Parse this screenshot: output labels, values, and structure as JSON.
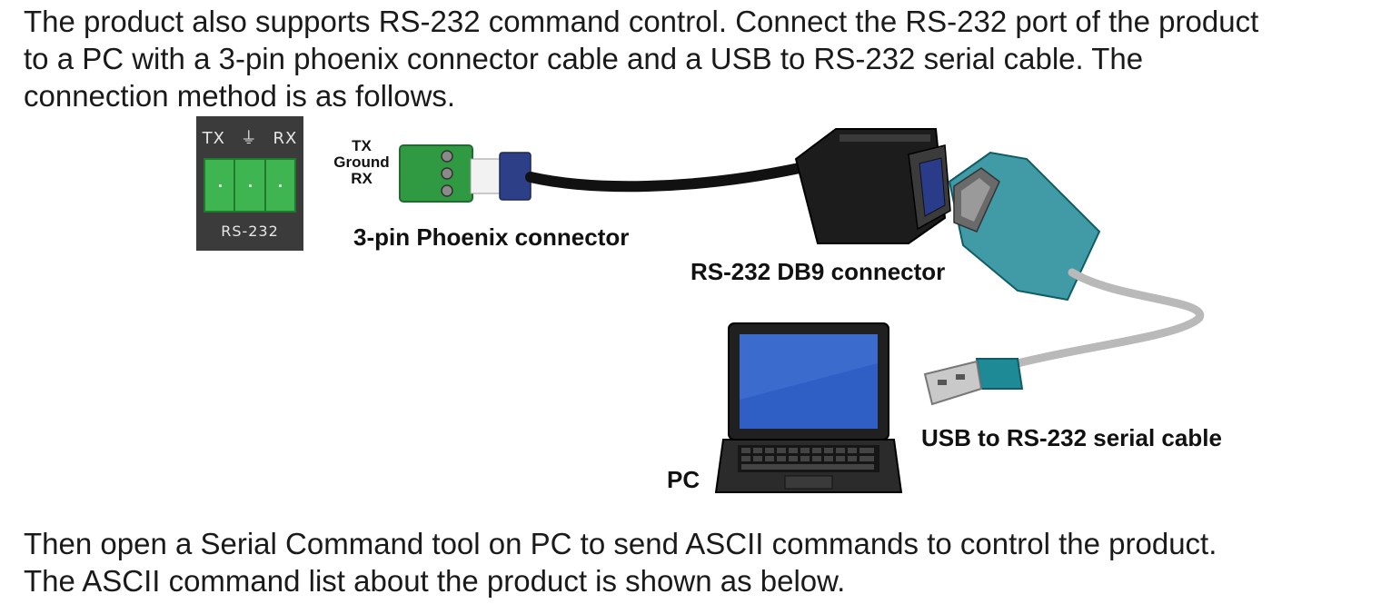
{
  "intro": {
    "lines": [
      "The product also supports RS-232 command control. Connect the RS-232 port of the product",
      "to a PC with a 3-pin phoenix connector cable and a USB to RS-232 serial cable. The",
      "connection method is as follows."
    ]
  },
  "diagram": {
    "port": {
      "top_labels": [
        "TX",
        "⏚",
        "RX"
      ],
      "bottom_label": "RS-232"
    },
    "pins": [
      "TX",
      "Ground",
      "RX"
    ],
    "labels": {
      "phoenix": "3-pin Phoenix connector",
      "db9": "RS-232 DB9 connector",
      "usb_cable": "USB to RS-232 serial cable",
      "pc": "PC"
    }
  },
  "outro": {
    "lines": [
      "Then open a Serial Command tool on PC to send ASCII commands to control the product.",
      "The ASCII command list about the product is shown as below."
    ]
  },
  "colors": {
    "terminal_green": "#34a845",
    "cable_teal": "#1e8a96",
    "panel_dark": "#3b3b3b",
    "screen_blue": "#2f5fc4"
  }
}
